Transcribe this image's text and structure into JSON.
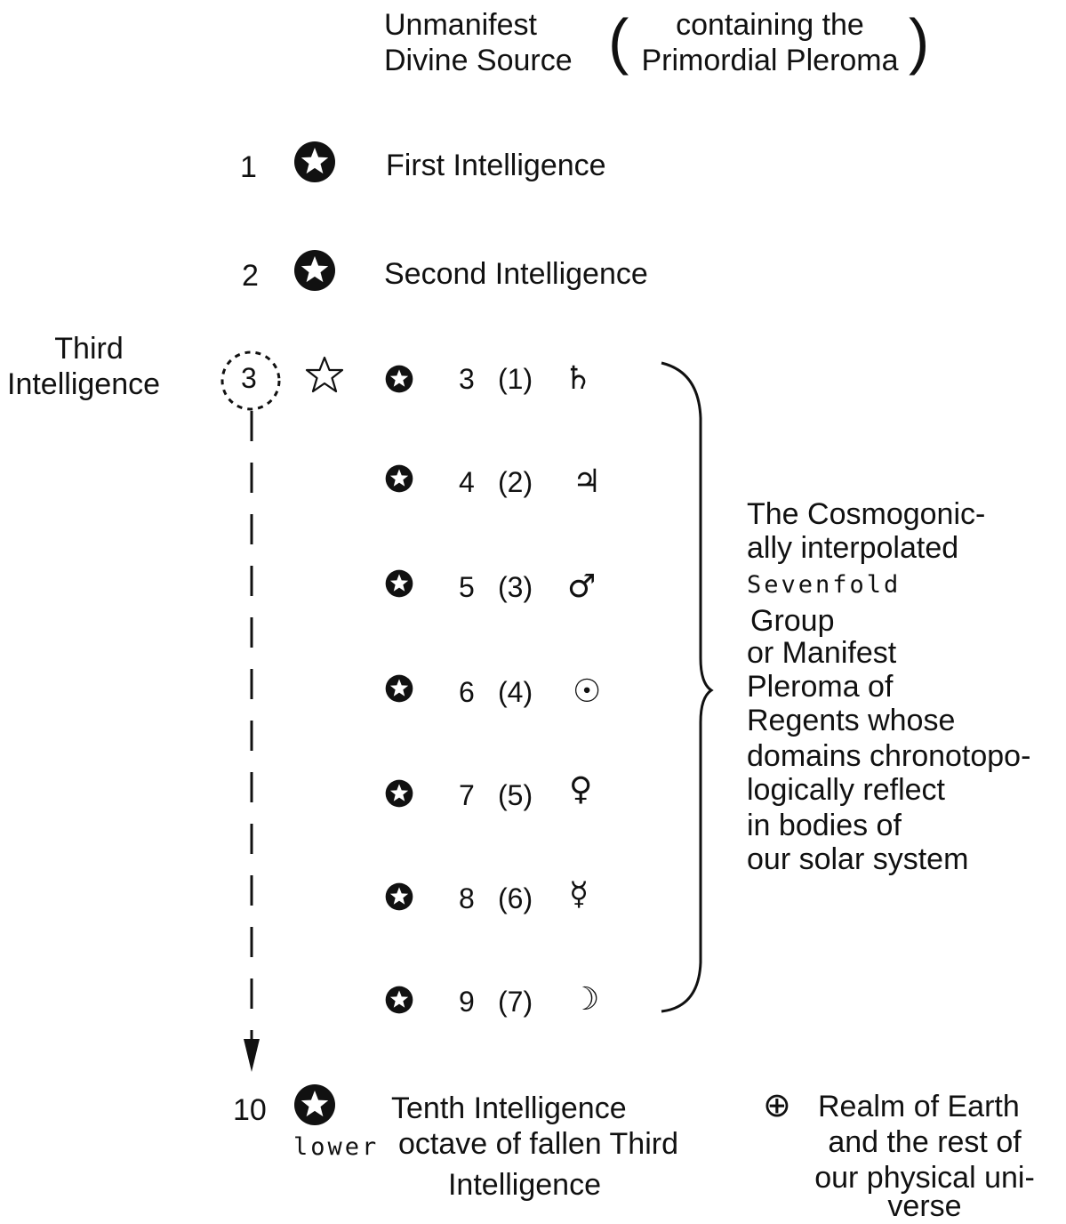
{
  "header": {
    "source_line1": "Unmanifest",
    "source_line2": "Divine Source",
    "pleroma_line1": "containing the",
    "pleroma_line2": "Primordial Pleroma"
  },
  "intelligences": [
    {
      "number": "1",
      "label": "First Intelligence"
    },
    {
      "number": "2",
      "label": "Second Intelligence"
    }
  ],
  "third": {
    "label_line1": "Third",
    "label_line2": "Intelligence",
    "number": "3"
  },
  "regents": [
    {
      "number": "3",
      "index": "(1)",
      "symbol": "♄",
      "symbol_name": "saturn-icon"
    },
    {
      "number": "4",
      "index": "(2)",
      "symbol": "♃",
      "symbol_name": "jupiter-icon"
    },
    {
      "number": "5",
      "index": "(3)",
      "symbol": "♂",
      "symbol_name": "mars-icon"
    },
    {
      "number": "6",
      "index": "(4)",
      "symbol": "☉",
      "symbol_name": "sun-icon"
    },
    {
      "number": "7",
      "index": "(5)",
      "symbol": "♀",
      "symbol_name": "venus-icon"
    },
    {
      "number": "8",
      "index": "(6)",
      "symbol": "☿",
      "symbol_name": "mercury-icon"
    },
    {
      "number": "9",
      "index": "(7)",
      "symbol": "☽",
      "symbol_name": "moon-icon"
    }
  ],
  "bracket_text": {
    "line1": "The Cosmogonic-",
    "line2": "ally interpolated",
    "line3": "Sevenfold",
    "line4": "Group",
    "line5": "or Manifest",
    "line6": "Pleroma of",
    "line7": "Regents whose",
    "line8": "domains chronotopo-",
    "line9": "logically reflect",
    "line10": "in bodies of",
    "line11": "our solar system"
  },
  "tenth": {
    "number": "10",
    "label": "Tenth Intelligence",
    "sub_prefix": "lower",
    "sub_rest": "octave of fallen Third",
    "sub_line2": "Intelligence"
  },
  "earth": {
    "symbol": "⊕",
    "line1": "Realm of Earth",
    "line2": "and the rest of",
    "line3": "our physical uni-",
    "line4": "verse"
  },
  "colors": {
    "ink": "#111111",
    "background": "#ffffff"
  }
}
